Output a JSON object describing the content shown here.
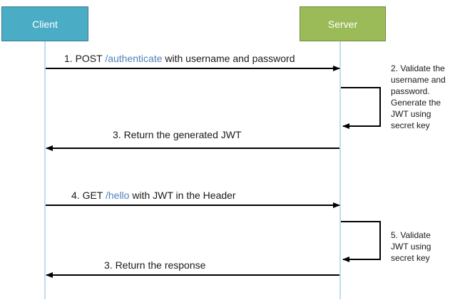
{
  "actors": {
    "client": "Client",
    "server": "Server"
  },
  "messages": [
    {
      "number": "1. POST ",
      "path": "/authenticate",
      "rest": " with username and password"
    },
    {
      "text": "3. Return the generated JWT"
    },
    {
      "number": "4.  GET ",
      "path": "/hello",
      "rest": " with JWT in the Header"
    },
    {
      "text": "3. Return the response"
    }
  ],
  "notes": [
    "2. Validate the\nusername and\npassword.\nGenerate the\nJWT using\nsecret key",
    "5. Validate\nJWT using\nsecret key"
  ],
  "colors": {
    "client_fill": "#4bacc6",
    "server_fill": "#9bbb59",
    "lifeline": "#7fb8e0",
    "arrow": "#000000",
    "path_text": "#4f81bd"
  }
}
